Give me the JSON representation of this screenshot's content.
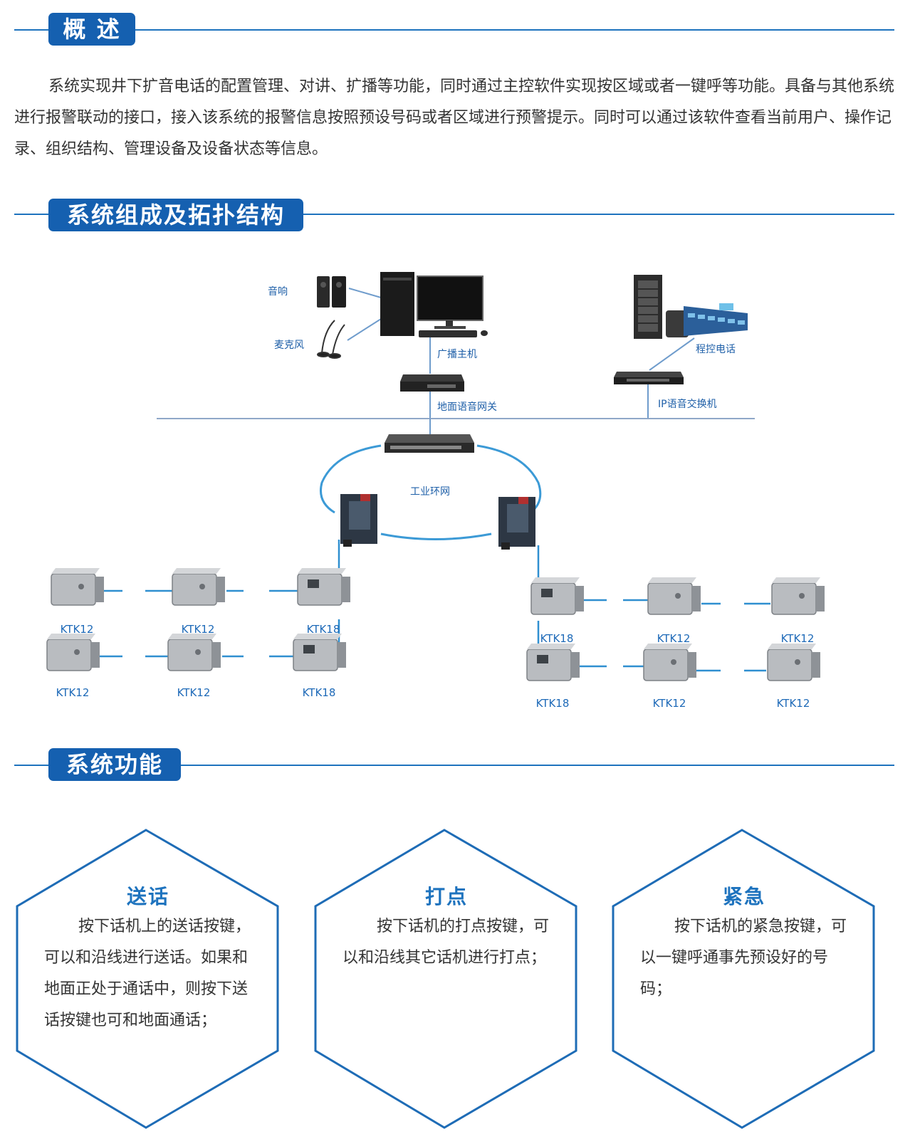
{
  "sections": {
    "overview": "概 述",
    "topology": "系统组成及拓扑结构",
    "functions": "系统功能"
  },
  "overview_text": "系统实现井下扩音电话的配置管理、对讲、扩播等功能，同时通过主控软件实现按区域或者一键呼等功能。具备与其他系统进行报警联动的接口，接入该系统的报警信息按照预设号码或者区域进行预警提示。同时可以通过该软件查看当前用户、操作记录、组织结构、管理设备及设备状态等信息。",
  "diagram": {
    "speaker": "音响",
    "microphone": "麦克风",
    "broadcast_host": "广播主机",
    "ground_gateway": "地面语音网关",
    "pbx_phone": "程控电话",
    "ip_switch": "IP语音交换机",
    "ring_network": "工业环网",
    "left_row1": [
      "KTK12",
      "KTK12",
      "KTK18"
    ],
    "left_row2": [
      "KTK12",
      "KTK12",
      "KTK18"
    ],
    "right_row1": [
      "KTK18",
      "KTK12",
      "KTK12"
    ],
    "right_row2": [
      "KTK18",
      "KTK12",
      "KTK12"
    ]
  },
  "functions": [
    {
      "title": "送话",
      "text": "按下话机上的送话按键，可以和沿线进行送话。如果和地面正处于通话中，则按下送话按键也可和地面通话；"
    },
    {
      "title": "打点",
      "text": "按下话机的打点按键，可以和沿线其它话机进行打点；"
    },
    {
      "title": "紧急",
      "text": "按下话机的紧急按键，可以一键呼通事先预设好的号码；"
    }
  ],
  "colors": {
    "accent": "#1560b0",
    "line": "#1e73be",
    "ring": "#3c9ad6"
  }
}
